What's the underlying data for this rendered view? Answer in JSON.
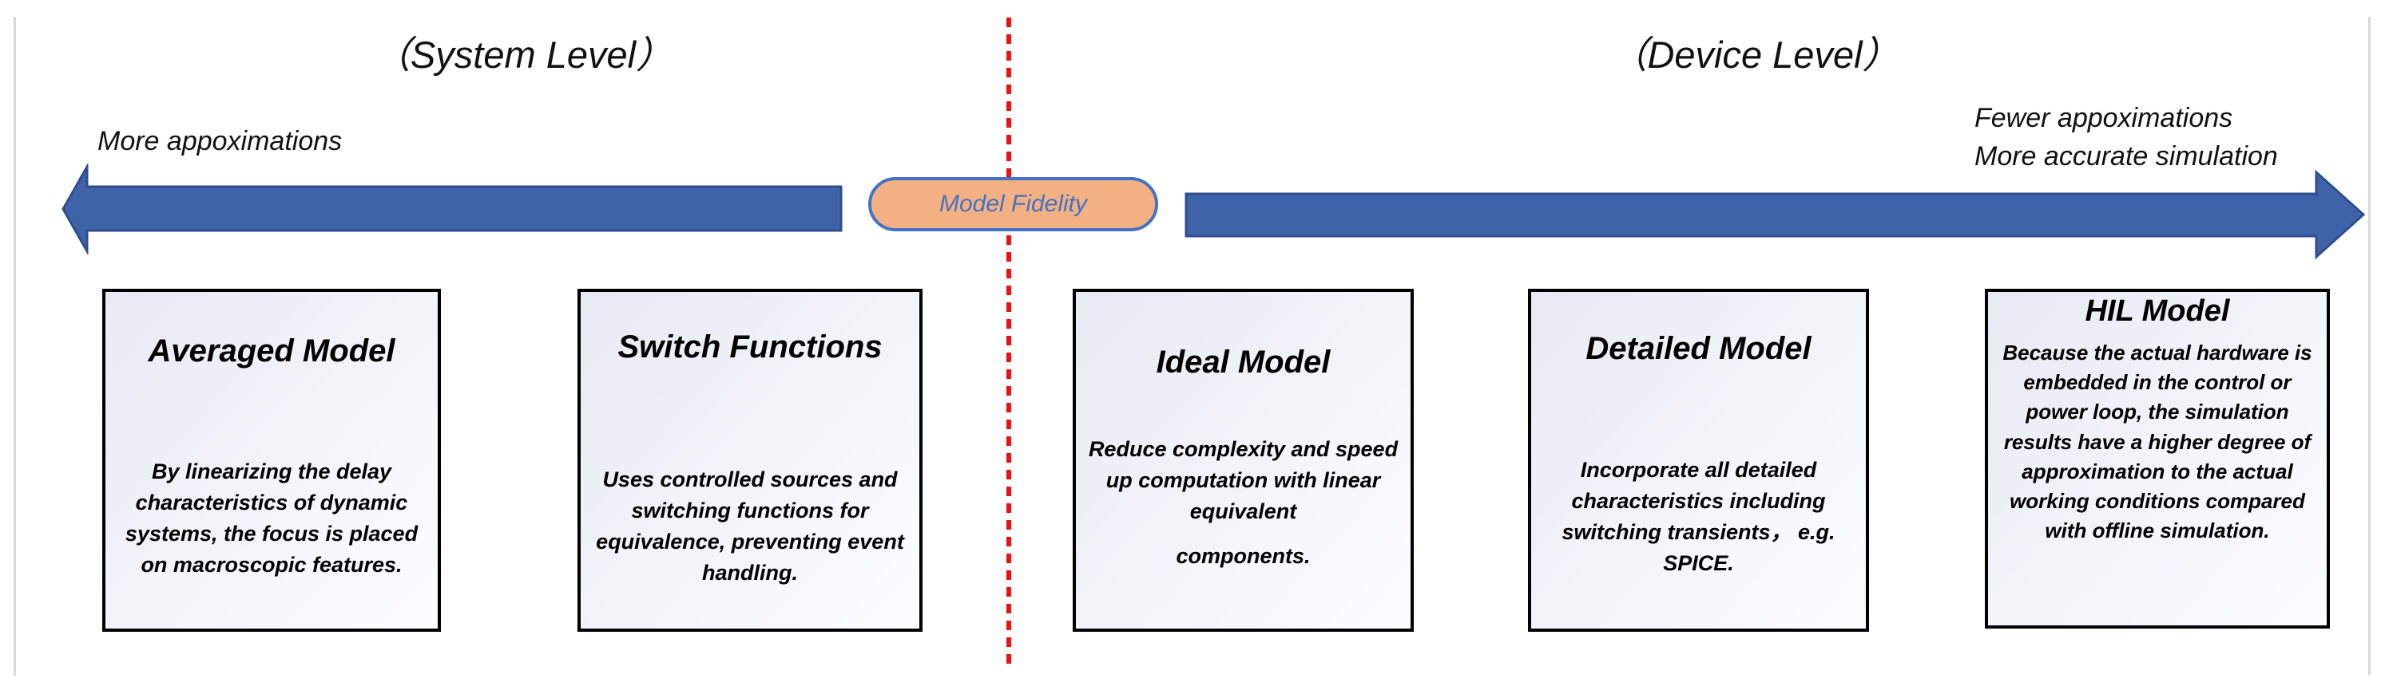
{
  "header": {
    "system_level": "（System Level）",
    "device_level": "（Device Level）",
    "left_note": "More appoximations",
    "right_note_line1": "Fewer appoximations",
    "right_note_line2": "More accurate simulation",
    "axis_label": "Model Fidelity"
  },
  "boxes": [
    {
      "title": "Averaged Model",
      "body": "By linearizing the delay characteristics of dynamic systems, the focus is placed on macroscopic features."
    },
    {
      "title": "Switch Functions",
      "body": "Uses controlled sources and switching functions for equivalence, preventing event handling."
    },
    {
      "title": "Ideal Model",
      "body": "Reduce complexity and speed up computation with linear equivalent",
      "body2": "components."
    },
    {
      "title": "Detailed Model",
      "body": "Incorporate all detailed characteristics including switching transients， e.g. SPICE."
    },
    {
      "title": "HIL Model",
      "body": "Because the actual hardware is embedded in the control or power loop, the simulation results have a higher degree of approximation to the actual working conditions compared with offline simulation."
    }
  ],
  "colors": {
    "arrow_fill": "#3f63a8",
    "arrow_stroke": "#2e4e8e",
    "pill_fill": "#f3b183",
    "pill_border": "#4472c4",
    "pill_text": "#4472c4",
    "divider_red": "#ee1111"
  }
}
